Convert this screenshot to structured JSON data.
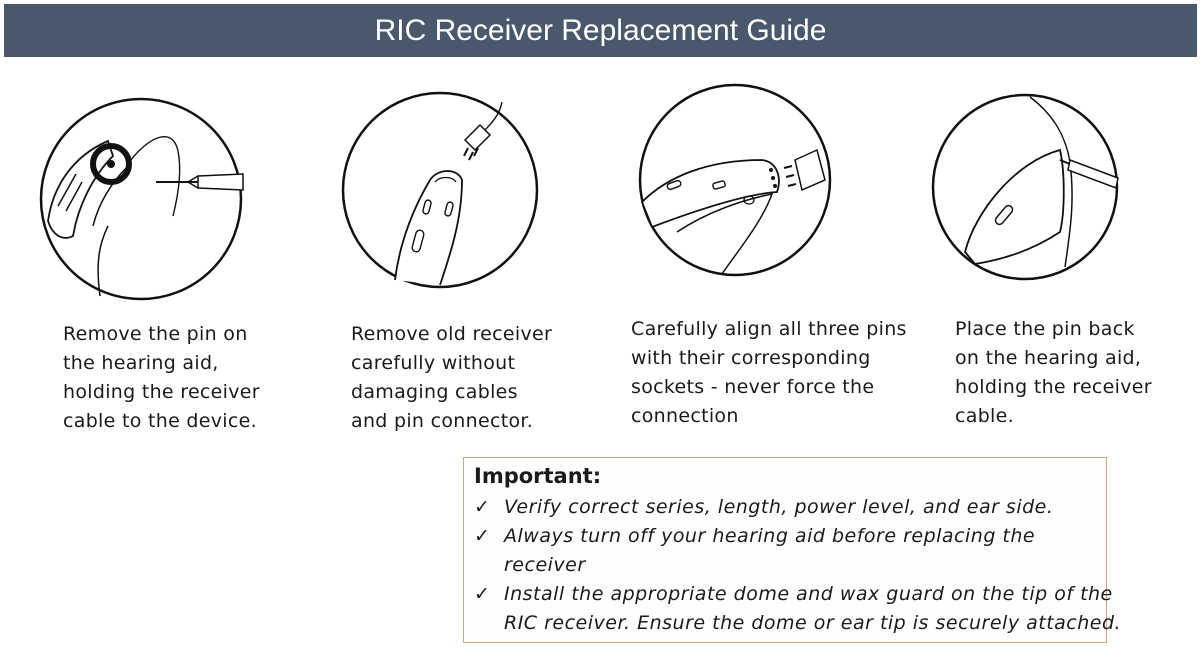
{
  "header": {
    "title": "RIC Receiver Replacement Guide"
  },
  "steps": [
    {
      "illustration": "hearing-aid-pin-removal-illustration",
      "lines": [
        "Remove the pin on",
        "the hearing aid,",
        "holding the receiver",
        "cable to the device."
      ]
    },
    {
      "illustration": "old-receiver-removal-illustration",
      "lines": [
        "Remove old receiver",
        "carefully without",
        "damaging cables",
        "and pin connector."
      ]
    },
    {
      "illustration": "pin-alignment-illustration",
      "lines": [
        "Carefully align all three pins",
        "with their corresponding",
        "sockets - never force the",
        "connection"
      ]
    },
    {
      "illustration": "pin-replacement-illustration",
      "lines": [
        "Place the pin back",
        "on the hearing aid,",
        "holding the receiver",
        "cable."
      ]
    }
  ],
  "important": {
    "title": "Important:",
    "check_symbol": "✓",
    "items": [
      {
        "lines": [
          "Verify correct series, length, power level, and ear side."
        ]
      },
      {
        "lines": [
          "Always turn off your hearing aid before replacing the",
          "receiver"
        ]
      },
      {
        "lines": [
          "Install the appropriate dome and wax guard on the tip of the",
          "RIC receiver. Ensure the dome or ear tip is securely attached."
        ]
      }
    ]
  },
  "colors": {
    "header_bg": "#4a586c",
    "header_text": "#ffffff",
    "box_border": "#c9a878",
    "ink": "#1a1a1a"
  }
}
